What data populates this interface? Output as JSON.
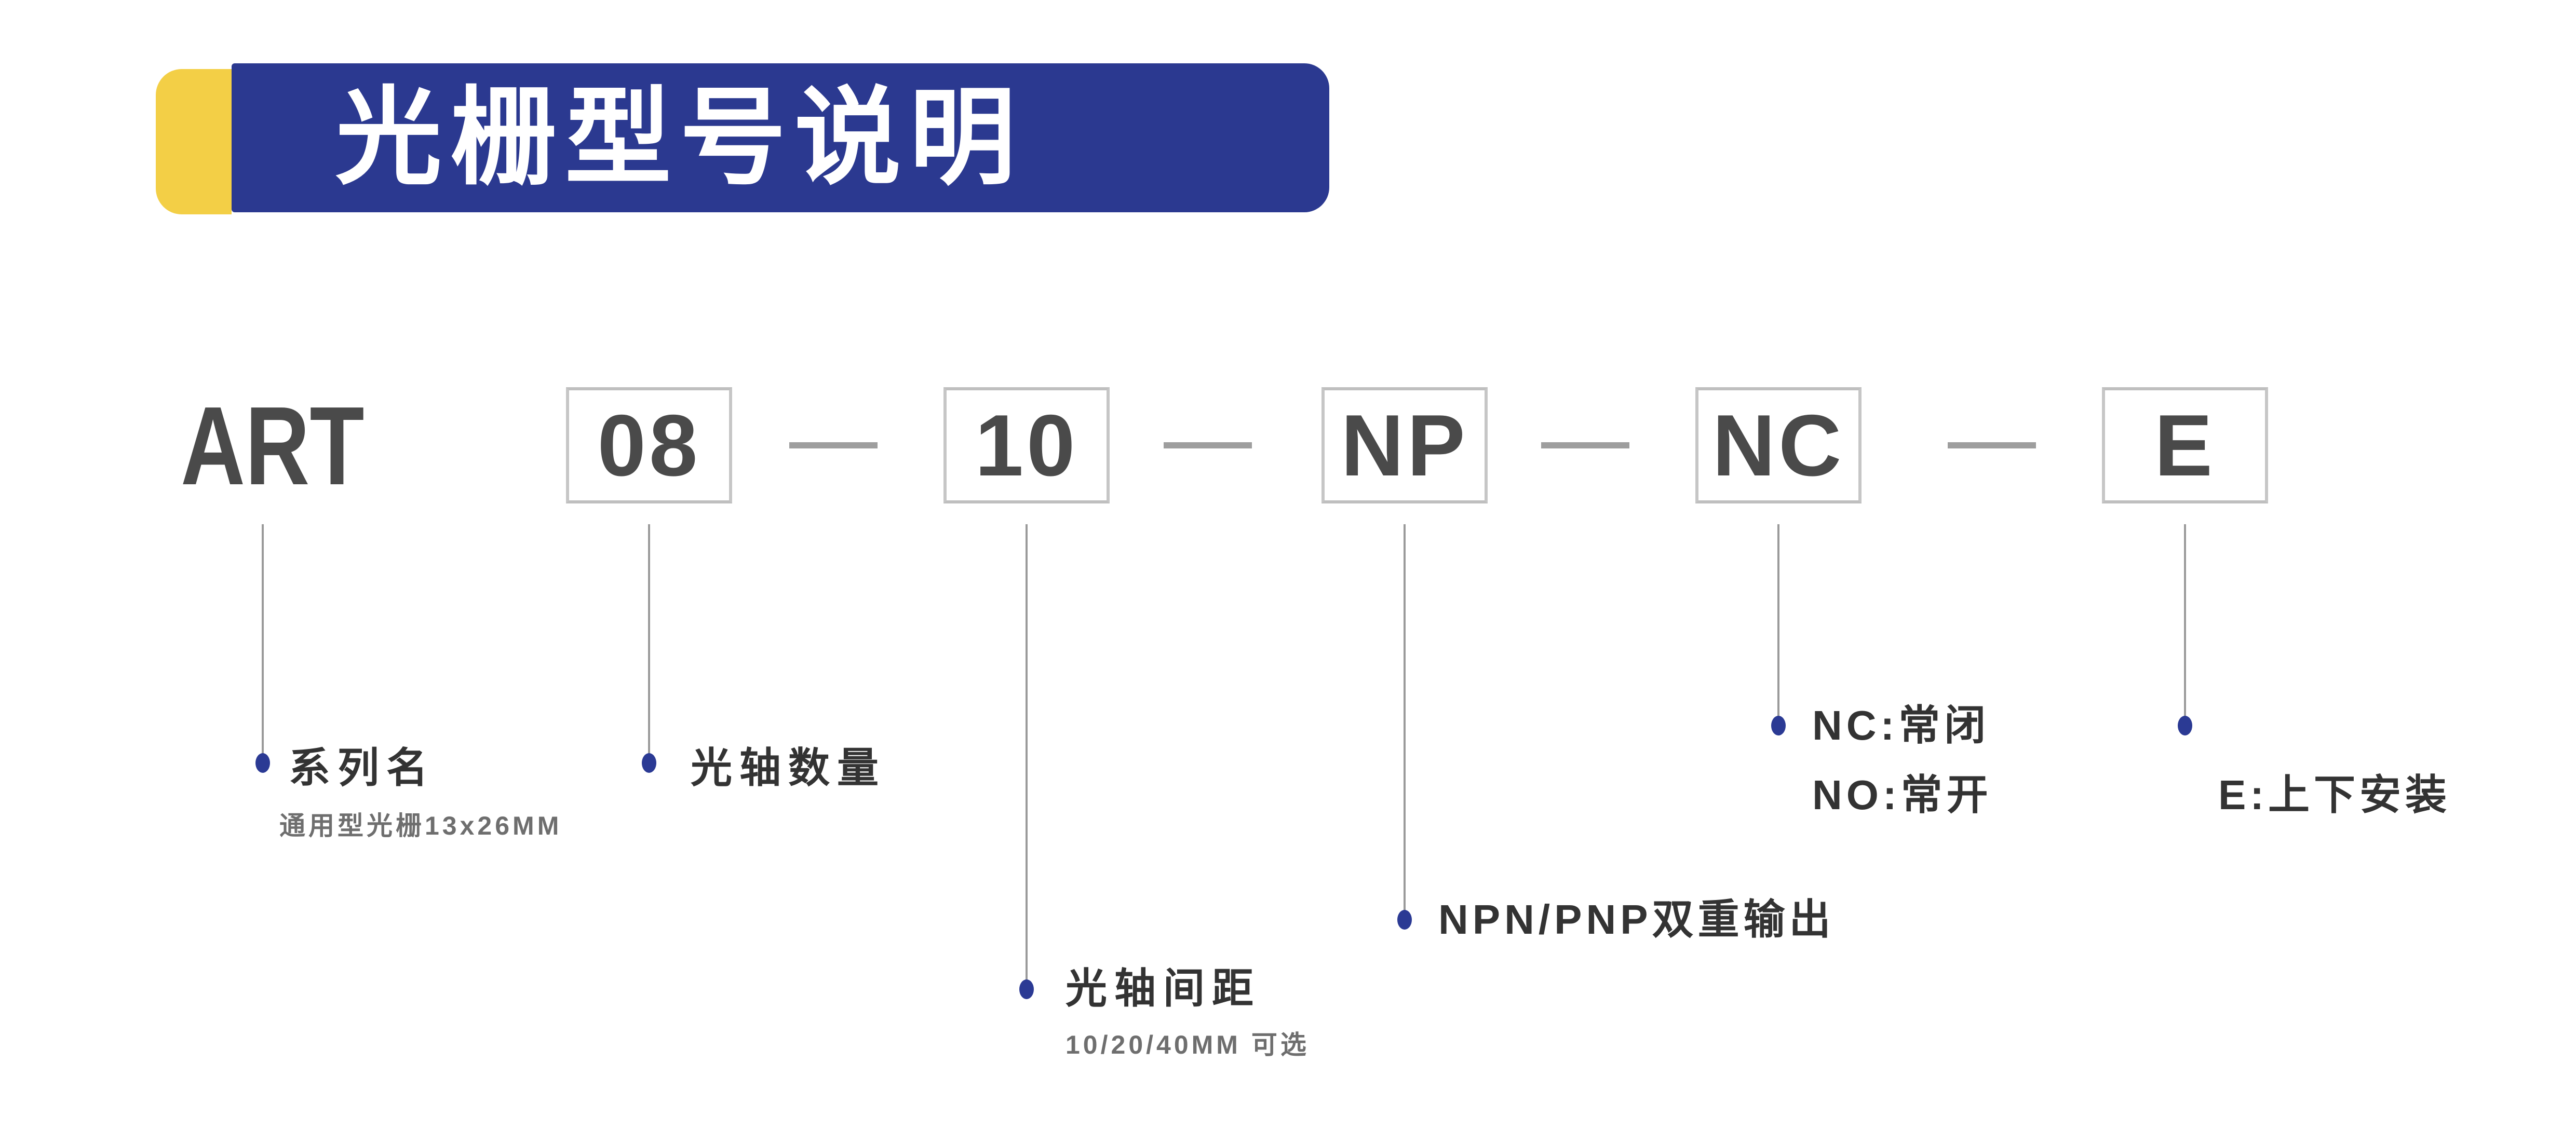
{
  "header": {
    "title": "光栅型号说明"
  },
  "model_code": {
    "prefix": "ART",
    "segments": [
      "08",
      "10",
      "NP",
      "NC",
      "E"
    ],
    "separator": "—"
  },
  "annotations": {
    "series": {
      "label": "系列名",
      "note": "通用型光栅13x26MM"
    },
    "beam_count": {
      "label": "光轴数量"
    },
    "beam_pitch": {
      "label": "光轴间距",
      "note": "10/20/40MM 可选"
    },
    "output": {
      "label": "NPN/PNP双重输出"
    },
    "contact": {
      "line1": "NC:常闭",
      "line2": "NO:常开"
    },
    "mount": {
      "label": "E:上下安装"
    }
  },
  "colors": {
    "banner_blue": "#2b3990",
    "accent_yellow": "#f3cf46",
    "dot_navy": "#2b3a94",
    "connector_gray": "#9a9a9a",
    "dash_gray": "#9e9e9e",
    "box_border_gray": "#c6c6c6",
    "code_text_gray": "#4a4a4a",
    "label_dark": "#333333",
    "note_gray": "#6e6e6e",
    "title_white": "#ffffff"
  }
}
